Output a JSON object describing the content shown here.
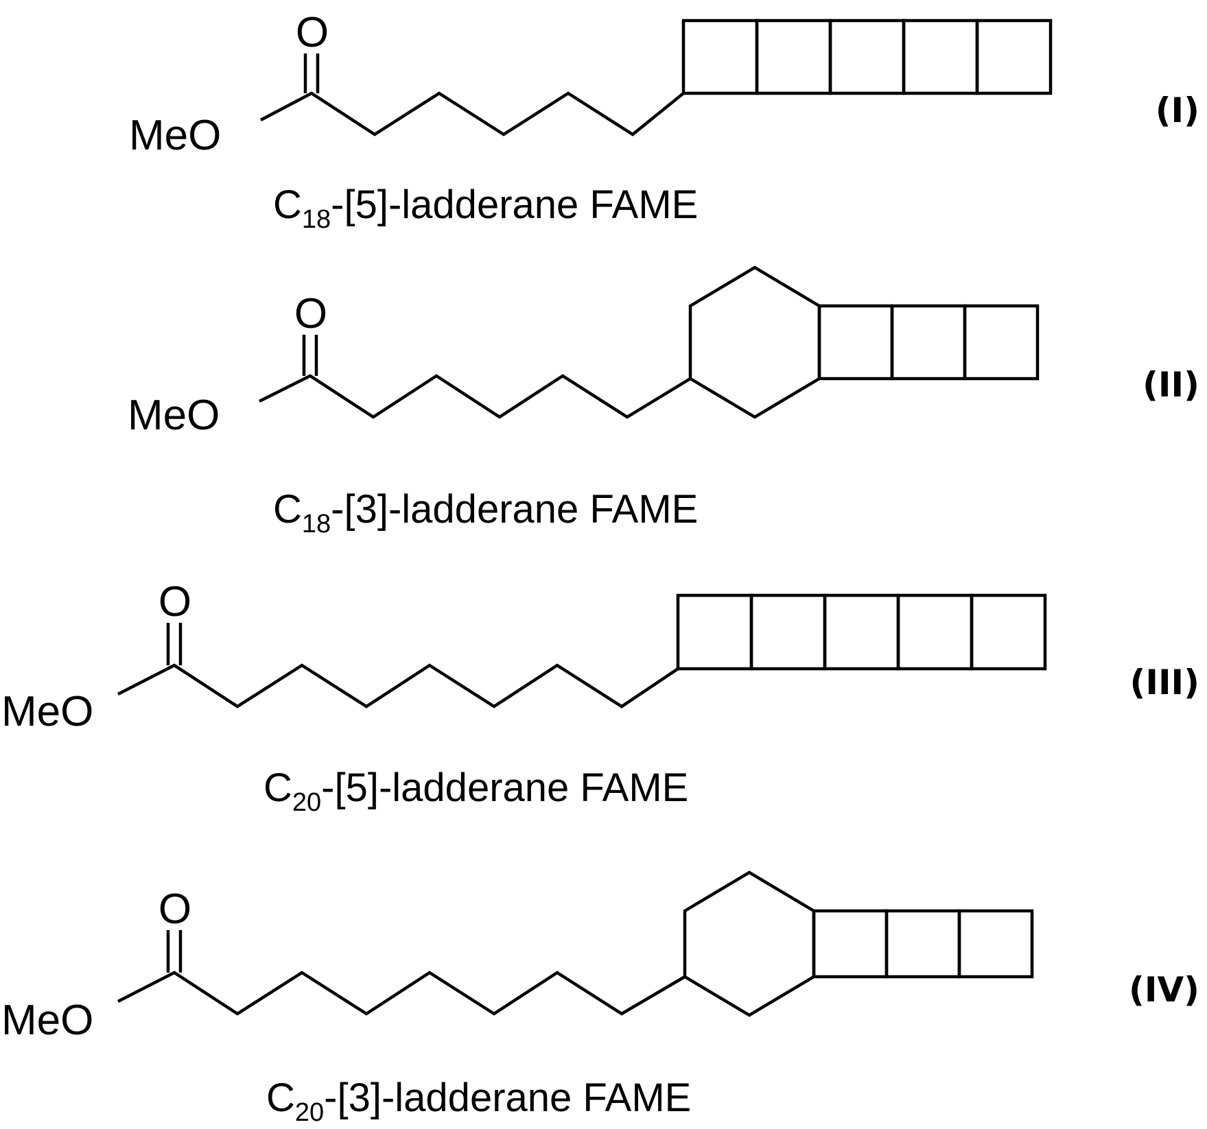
{
  "atom_labels": {
    "oxygen": "O",
    "methoxy": "MeO"
  },
  "compounds": [
    {
      "roman": "(I)",
      "carbon_prefix": "C",
      "carbon_sub": "18",
      "name_rest": "-[5]-ladderane FAME",
      "chain_bonds": 6,
      "cyclohexane": false,
      "cyclobutane_rings": 5
    },
    {
      "roman": "(II)",
      "carbon_prefix": "C",
      "carbon_sub": "18",
      "name_rest": "-[3]-ladderane FAME",
      "chain_bonds": 6,
      "cyclohexane": true,
      "cyclobutane_rings": 3
    },
    {
      "roman": "(III)",
      "carbon_prefix": "C",
      "carbon_sub": "20",
      "name_rest": "-[5]-ladderane FAME",
      "chain_bonds": 8,
      "cyclohexane": false,
      "cyclobutane_rings": 5
    },
    {
      "roman": "(IV)",
      "carbon_prefix": "C",
      "carbon_sub": "20",
      "name_rest": "-[3]-ladderane FAME",
      "chain_bonds": 8,
      "cyclohexane": true,
      "cyclobutane_rings": 3
    }
  ]
}
